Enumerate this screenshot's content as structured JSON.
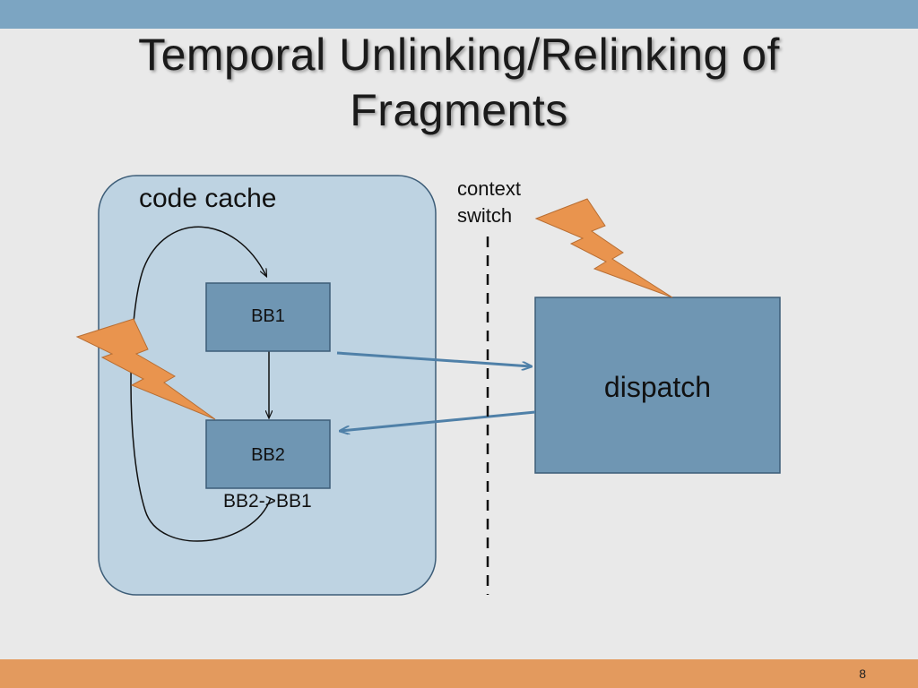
{
  "slide": {
    "title_line1": "Temporal Unlinking/Relinking of",
    "title_line2": "Fragments",
    "page_number": "8"
  },
  "diagram": {
    "code_cache_label": "code cache",
    "context_switch_label_line1": "context",
    "context_switch_label_line2": "switch",
    "bb1_label": "BB1",
    "bb2_label": "BB2",
    "link_label": "BB2->BB1",
    "dispatch_label": "dispatch"
  },
  "colors": {
    "top_bar": "#7ca5c2",
    "footer_bar": "#e39a5e",
    "code_cache_fill": "#bed3e2",
    "block_fill": "#6f96b3",
    "arrow": "#4f80a8",
    "lightning": "#e9944e"
  }
}
